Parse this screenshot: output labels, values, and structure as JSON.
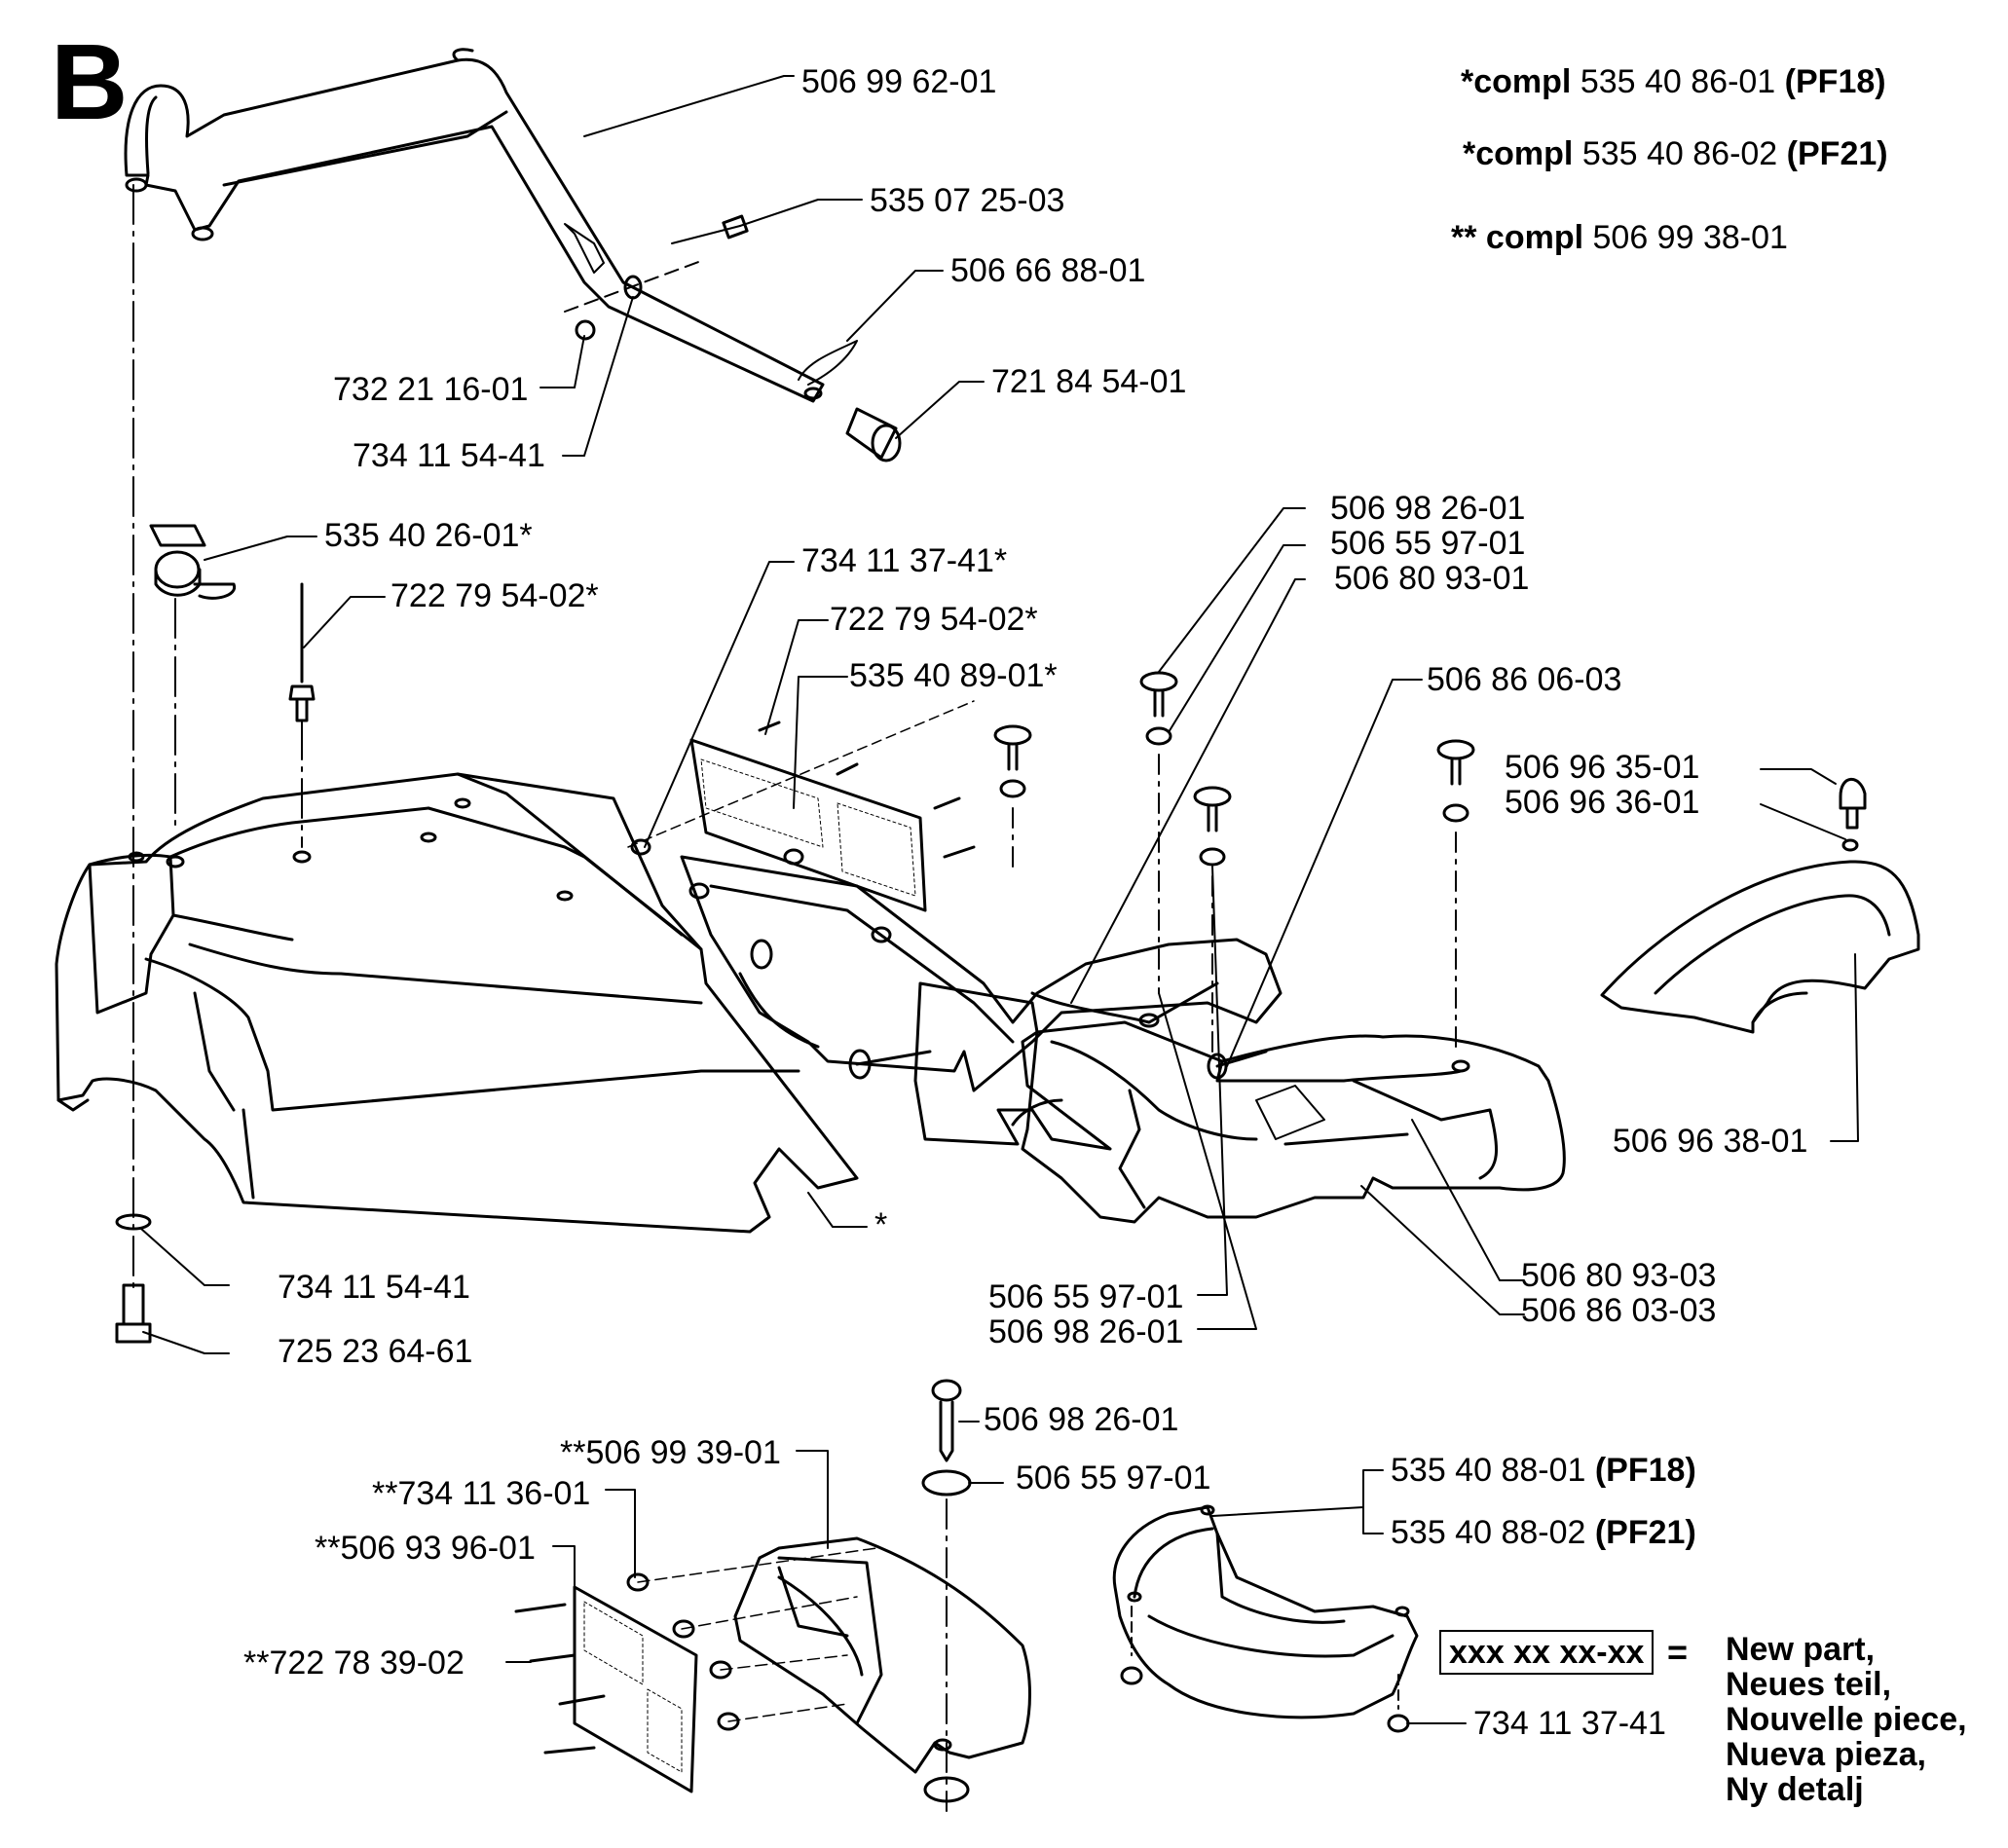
{
  "section_letter": "B",
  "header": {
    "lines": [
      {
        "prefix": "*compl",
        "number": "535 40 86-01",
        "suffix": "(PF18)"
      },
      {
        "prefix": "*compl",
        "number": "535 40 86-02",
        "suffix": "(PF21)"
      },
      {
        "prefix": "** compl",
        "number": "506 99 38-01",
        "suffix": ""
      }
    ]
  },
  "labels": [
    "506 99 62-01",
    "535 07 25-03",
    "506 66 88-01",
    "721 84 54-01",
    "732 21 16-01",
    "734 11 54-41",
    "535 40 26-01*",
    "722 79 54-02*",
    "734 11 37-41*",
    "722 79 54-02*",
    "535 40 89-01*",
    "506 98 26-01",
    "506 55 97-01",
    "506 80 93-01",
    "506 86 06-03",
    "506 96 35-01",
    "506 96 36-01",
    "506 96 38-01",
    "*",
    "734 11 54-41",
    "725 23 64-61",
    "506 55 97-01",
    "506 98 26-01",
    "506 80 93-03",
    "506 86 03-03",
    "506 98 26-01",
    "506 55 97-01",
    "**506 99 39-01",
    "**734 11 36-01",
    "**506 93 96-01",
    "**722 78 39-02",
    "734 11 37-41"
  ],
  "pf_labels": [
    {
      "number": "535 40 88-01",
      "suffix": "(PF18)"
    },
    {
      "number": "535 40 88-02",
      "suffix": "(PF21)"
    }
  ],
  "legend": {
    "box_text": "xxx xx xx-xx",
    "equals": "=",
    "lines": [
      "New part,",
      "Neues teil,",
      "Nouvelle piece,",
      "Nueva pieza,",
      "Ny detalj"
    ]
  }
}
